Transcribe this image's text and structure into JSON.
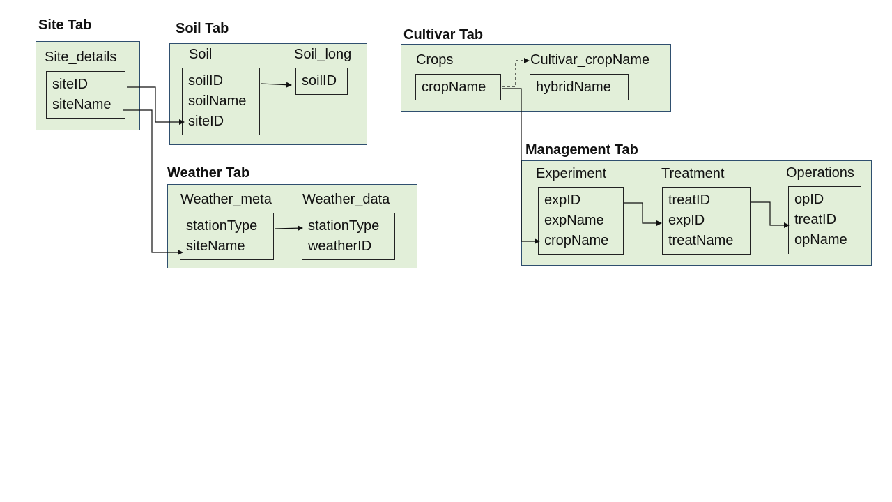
{
  "tabs": {
    "site": {
      "title": "Site Tab",
      "tables": {
        "site_details": {
          "name": "Site_details",
          "fields": [
            "siteID",
            "siteName"
          ]
        }
      }
    },
    "soil": {
      "title": "Soil Tab",
      "tables": {
        "soil": {
          "name": "Soil",
          "fields": [
            "soilID",
            "soilName",
            "siteID"
          ]
        },
        "soil_long": {
          "name": "Soil_long",
          "fields": [
            "soilID"
          ]
        }
      }
    },
    "weather": {
      "title": "Weather Tab",
      "tables": {
        "weather_meta": {
          "name": "Weather_meta",
          "fields": [
            "stationType",
            "siteName"
          ]
        },
        "weather_data": {
          "name": "Weather_data",
          "fields": [
            "stationType",
            "weatherID"
          ]
        }
      }
    },
    "cultivar": {
      "title": "Cultivar Tab",
      "tables": {
        "crops": {
          "name": "Crops",
          "fields": [
            "cropName"
          ]
        },
        "cultivar_cropname": {
          "name": "Cultivar_cropName",
          "fields": [
            "hybridName"
          ]
        }
      }
    },
    "management": {
      "title": "Management Tab",
      "tables": {
        "experiment": {
          "name": "Experiment",
          "fields": [
            "expID",
            "expName",
            "cropName"
          ]
        },
        "treatment": {
          "name": "Treatment",
          "fields": [
            "treatID",
            "expID",
            "treatName"
          ]
        },
        "operations": {
          "name": "Operations",
          "fields": [
            "opID",
            "treatID",
            "opName"
          ]
        }
      }
    }
  },
  "relationships": [
    {
      "from": "Site_details.siteID",
      "to": "Soil.siteID",
      "style": "solid"
    },
    {
      "from": "Site_details.siteName",
      "to": "Weather_meta.siteName",
      "style": "solid"
    },
    {
      "from": "Soil.soilID",
      "to": "Soil_long.soilID",
      "style": "solid"
    },
    {
      "from": "Weather_meta.stationType",
      "to": "Weather_data.stationType",
      "style": "solid"
    },
    {
      "from": "Crops.cropName",
      "to": "Cultivar_cropName",
      "style": "dashed"
    },
    {
      "from": "Crops.cropName",
      "to": "Experiment.cropName",
      "style": "solid"
    },
    {
      "from": "Experiment.expID",
      "to": "Treatment.expID",
      "style": "solid"
    },
    {
      "from": "Treatment.treatID",
      "to": "Operations.treatID",
      "style": "solid"
    }
  ],
  "colors": {
    "group_fill": "#e2efd9",
    "group_border": "#2f4f6f",
    "line": "#111111"
  }
}
